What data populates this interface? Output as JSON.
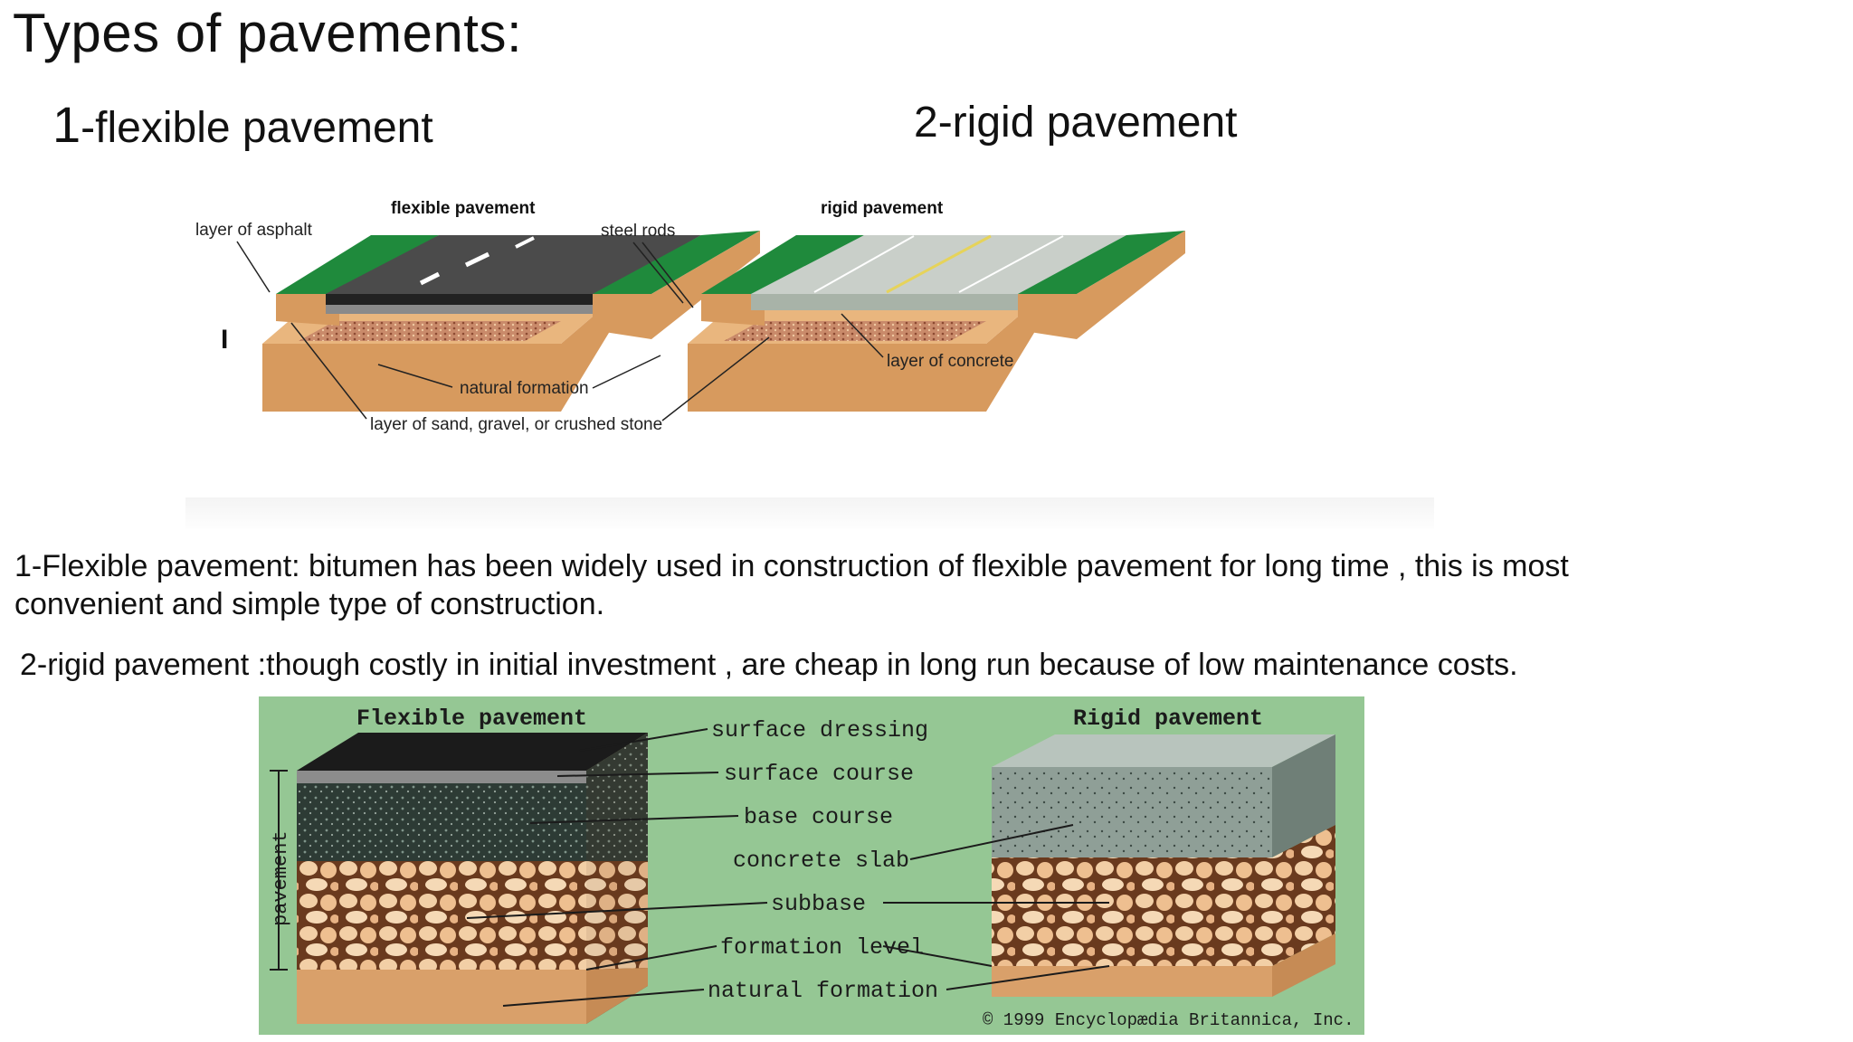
{
  "slide": {
    "title": "Types of pavements:",
    "subtitle1_num": "1",
    "subtitle1_text": "-flexible pavement",
    "subtitle2": "2-rigid pavement",
    "stray_mark": "I",
    "para1": "1-Flexible pavement: bitumen has been widely used in construction of flexible pavement for long time , this is most convenient and simple type of construction.",
    "para2": "2-rigid pavement :though costly in initial investment , are cheap in long run because of low maintenance costs."
  },
  "diagram1": {
    "flexible_title": "flexible pavement",
    "rigid_title": "rigid pavement",
    "label_asphalt": "layer of asphalt",
    "label_steel": "steel rods",
    "label_concrete": "layer of concrete",
    "label_natural": "natural formation",
    "label_sand": "layer of sand, gravel, or crushed stone",
    "colors": {
      "grass": "#1f8a3c",
      "soil": "#d79a5e",
      "asphalt": "#3a3a3a",
      "concrete": "#c9cfc9"
    }
  },
  "diagram2": {
    "flexible_title": "Flexible pavement",
    "rigid_title": "Rigid pavement",
    "side_label": "pavement",
    "labels": [
      "surface dressing",
      "surface course",
      "base course",
      "concrete slab",
      "subbase",
      "formation level",
      "natural formation"
    ],
    "copyright": "© 1999 Encyclopædia Britannica, Inc.",
    "colors": {
      "background": "#95c794",
      "gravel": "#f2cfa6",
      "formation": "#d9a06a"
    }
  }
}
